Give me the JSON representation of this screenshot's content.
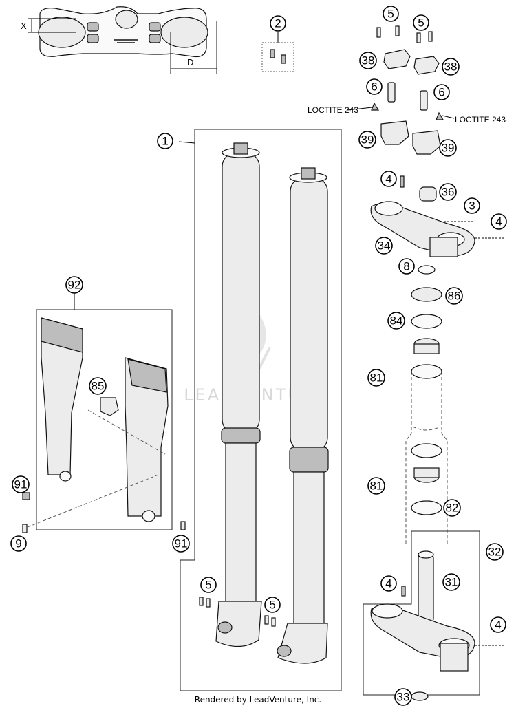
{
  "diagram": {
    "callouts": [
      "1",
      "2",
      "3",
      "4",
      "5",
      "6",
      "8",
      "9",
      "31",
      "32",
      "33",
      "34",
      "36",
      "38",
      "39",
      "81",
      "82",
      "84",
      "85",
      "86",
      "91",
      "92"
    ],
    "dimension_labels": {
      "x": "X",
      "d": "D"
    },
    "loctite_label": "LOCTITE 243",
    "watermark": "LEADVENTURE",
    "footer": "Rendered by LeadVenture, Inc."
  }
}
